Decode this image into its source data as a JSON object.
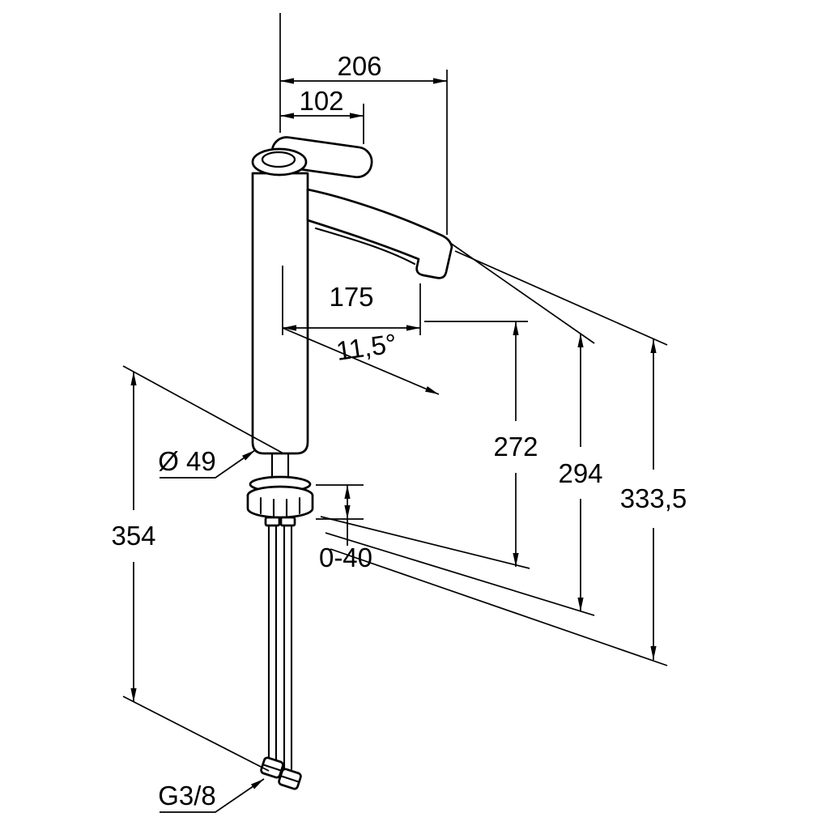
{
  "page": {
    "background_color": "#ffffff",
    "line_color": "#000000"
  },
  "drawing": {
    "dimensions": {
      "overall_reach": "206",
      "handle_length": "102",
      "spout_reach": "175",
      "spout_angle": "11,5°",
      "spout_height": "272",
      "outlet_height": "294",
      "total_height": "333,5",
      "hose_length": "354",
      "mounting_range": "0-40",
      "base_diameter": "Ø 49",
      "connection_thread": "G3/8"
    }
  }
}
